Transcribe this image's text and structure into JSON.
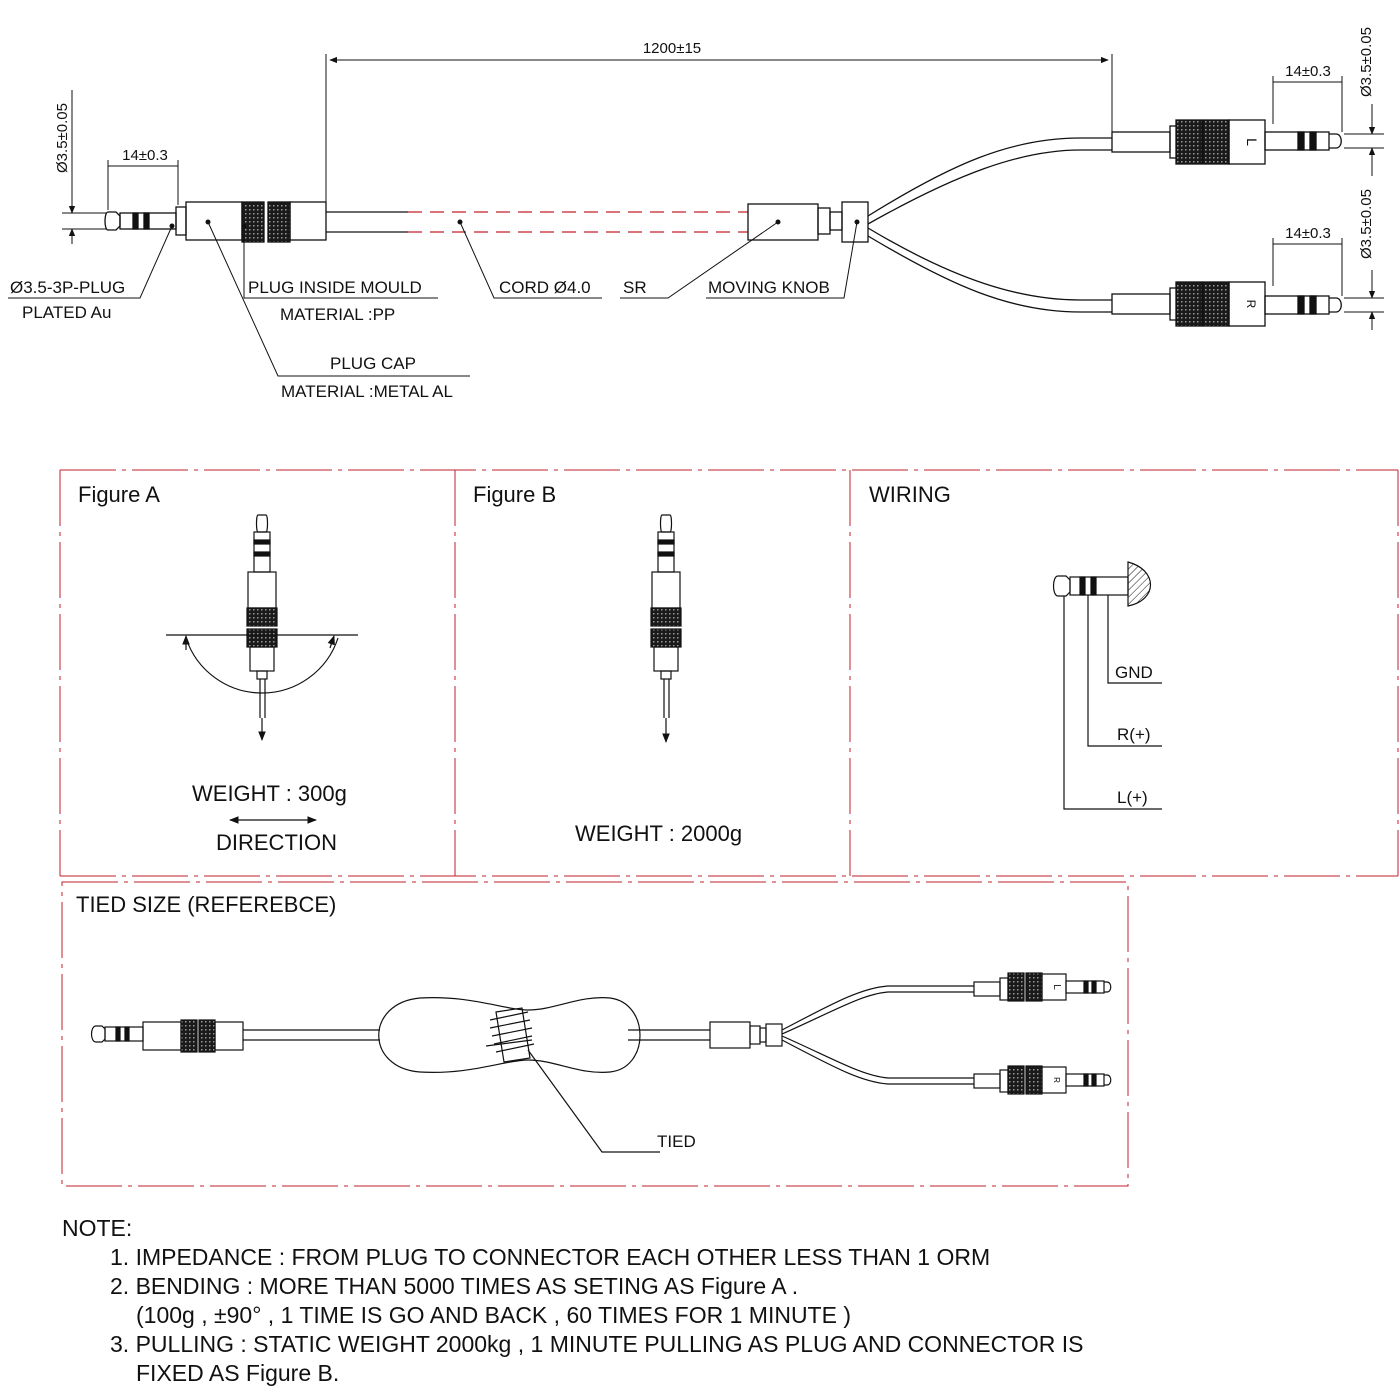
{
  "top": {
    "dim_length": "1200±15",
    "dim_left_plug_len": "14±0.3",
    "dim_left_plug_dia": "Ø3.5±0.05",
    "dim_right_top_len": "14±0.3",
    "dim_right_top_dia": "Ø3.5±0.05",
    "dim_right_bot_len": "14±0.3",
    "dim_right_bot_dia": "Ø3.5±0.05",
    "plug_letter_left": "L",
    "plug_letter_right": "R",
    "callouts": {
      "plug_type": "Ø3.5-3P-PLUG",
      "plug_plating": "PLATED Au",
      "mould": "PLUG INSIDE MOULD",
      "mould_material": "MATERIAL :PP",
      "cap": "PLUG CAP",
      "cap_material": "MATERIAL :METAL AL",
      "cord": "CORD Ø4.0",
      "sr": "SR",
      "knob": "MOVING KNOB"
    }
  },
  "figure_a": {
    "title": "Figure A",
    "weight": "WEIGHT : 300g",
    "direction": "DIRECTION"
  },
  "figure_b": {
    "title": "Figure B",
    "weight": "WEIGHT : 2000g"
  },
  "wiring": {
    "title": "WIRING",
    "gnd": "GND",
    "r": "R(+)",
    "l": "L(+)"
  },
  "tied": {
    "title": "TIED SIZE (REFEREBCE)",
    "label": "TIED",
    "letter_l": "L",
    "letter_r": "R"
  },
  "notes": {
    "heading": "NOTE:",
    "line1": "1. IMPEDANCE : FROM PLUG TO CONNECTOR EACH OTHER LESS THAN 1 ORM",
    "line2": "2. BENDING : MORE THAN 5000 TIMES AS SETING AS Figure A .",
    "line2b": "(100g , ±90° , 1 TIME IS GO AND BACK , 60 TIMES FOR 1 MINUTE )",
    "line3": "3. PULLING : STATIC WEIGHT 2000kg , 1 MINUTE PULLING AS PLUG AND CONNECTOR IS",
    "line3b": "FIXED AS Figure B."
  },
  "colors": {
    "ink": "#111111",
    "frame": "#c0202a"
  }
}
